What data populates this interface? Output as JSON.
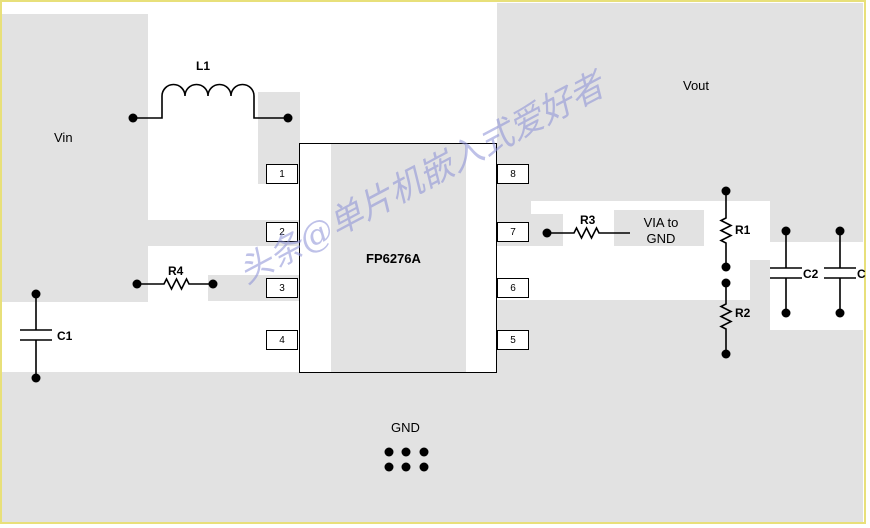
{
  "chip": {
    "name": "FP6276A"
  },
  "pins": {
    "left": [
      "1",
      "2",
      "3",
      "4"
    ],
    "right": [
      "8",
      "7",
      "6",
      "5"
    ]
  },
  "nets": {
    "vin": "Vin",
    "vout": "Vout",
    "gnd": "GND"
  },
  "components": {
    "l1": "L1",
    "r1": "R1",
    "r2": "R2",
    "r3": "R3",
    "r4": "R4",
    "c1": "C1",
    "c2": "C2",
    "c3": "C"
  },
  "via_note": {
    "line1": "VIA to",
    "line2": "GND"
  },
  "watermark": "头条@单片机嵌入式爱好者"
}
